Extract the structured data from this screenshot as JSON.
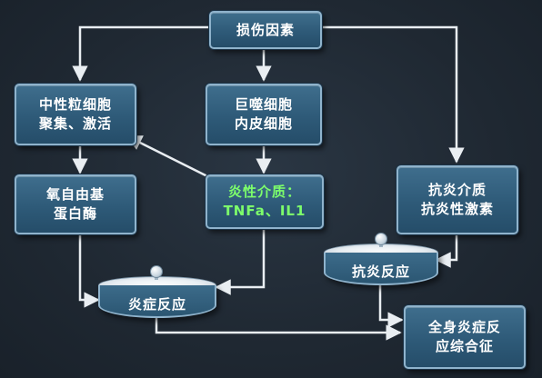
{
  "nodes": {
    "injury": {
      "lines": [
        "损伤因素"
      ]
    },
    "neutrophil": {
      "lines": [
        "中性粒细胞",
        "聚集、激活"
      ]
    },
    "macrophage": {
      "lines": [
        "巨噬细胞",
        "内皮细胞"
      ]
    },
    "oxygen": {
      "lines": [
        "氧自由基",
        "蛋白酶"
      ]
    },
    "mediators": {
      "lines": [
        "炎性介质：",
        "TNFa、IL1"
      ]
    },
    "anti_mediators": {
      "lines": [
        "抗炎介质",
        "抗炎性激素"
      ]
    },
    "inflammation": {
      "label": "炎症反应"
    },
    "anti_inflammation": {
      "label": "抗炎反应"
    },
    "sirs": {
      "lines": [
        "全身炎症反",
        "应综合征"
      ]
    }
  },
  "colors": {
    "box_fill": "#2e5a78",
    "box_border": "#8fb3cc",
    "connector": "#e9eef2",
    "mediator_text": "#7dff6b",
    "background": "#202a35"
  }
}
